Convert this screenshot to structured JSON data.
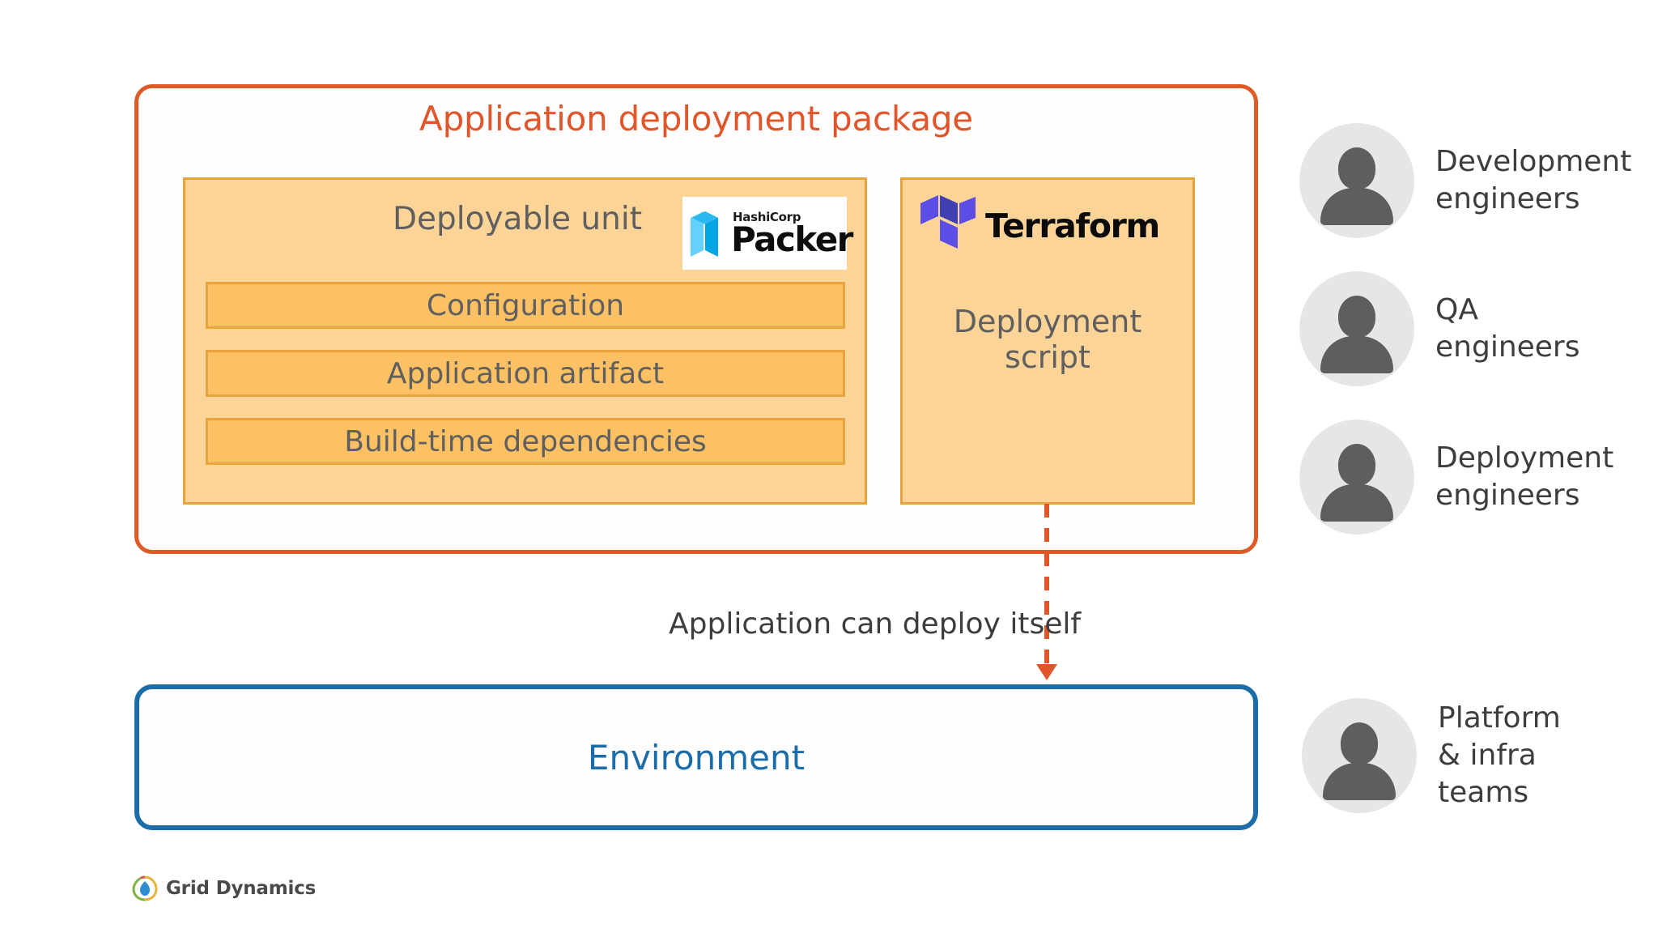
{
  "package": {
    "title": "Application deployment package",
    "border_color": "#DE5A26",
    "title_color": "#E0562A"
  },
  "deployable_unit": {
    "title": "Deployable unit",
    "fill_color": "#FCD497",
    "border_color": "#E8A33D",
    "logo": {
      "name": "packer-logo",
      "vendor": "HashiCorp",
      "product": "Packer",
      "mark_color": "#00A9E0"
    },
    "bars": [
      {
        "label": "Configuration"
      },
      {
        "label": "Application artifact"
      },
      {
        "label": "Build-time dependencies"
      }
    ]
  },
  "deployment_script": {
    "label_line1": "Deployment",
    "label_line2": "script",
    "fill_color": "#FCD497",
    "border_color": "#E8A33D",
    "logo": {
      "name": "terraform-logo",
      "product": "Terraform",
      "mark_color": "#5C4EE5"
    }
  },
  "arrow": {
    "caption": "Application can deploy itself",
    "color": "#E0562A",
    "style": "dashed",
    "direction": "down"
  },
  "environment": {
    "label": "Environment",
    "border_color": "#1B6CA8",
    "text_color": "#1B6CA8"
  },
  "personas": [
    {
      "line1": "Development",
      "line2": "engineers",
      "line3": ""
    },
    {
      "line1": "QA",
      "line2": "engineers",
      "line3": ""
    },
    {
      "line1": "Deployment",
      "line2": "engineers",
      "line3": ""
    },
    {
      "line1": "Platform",
      "line2": "& infra",
      "line3": "teams"
    }
  ],
  "brand": {
    "name": "Grid Dynamics"
  }
}
